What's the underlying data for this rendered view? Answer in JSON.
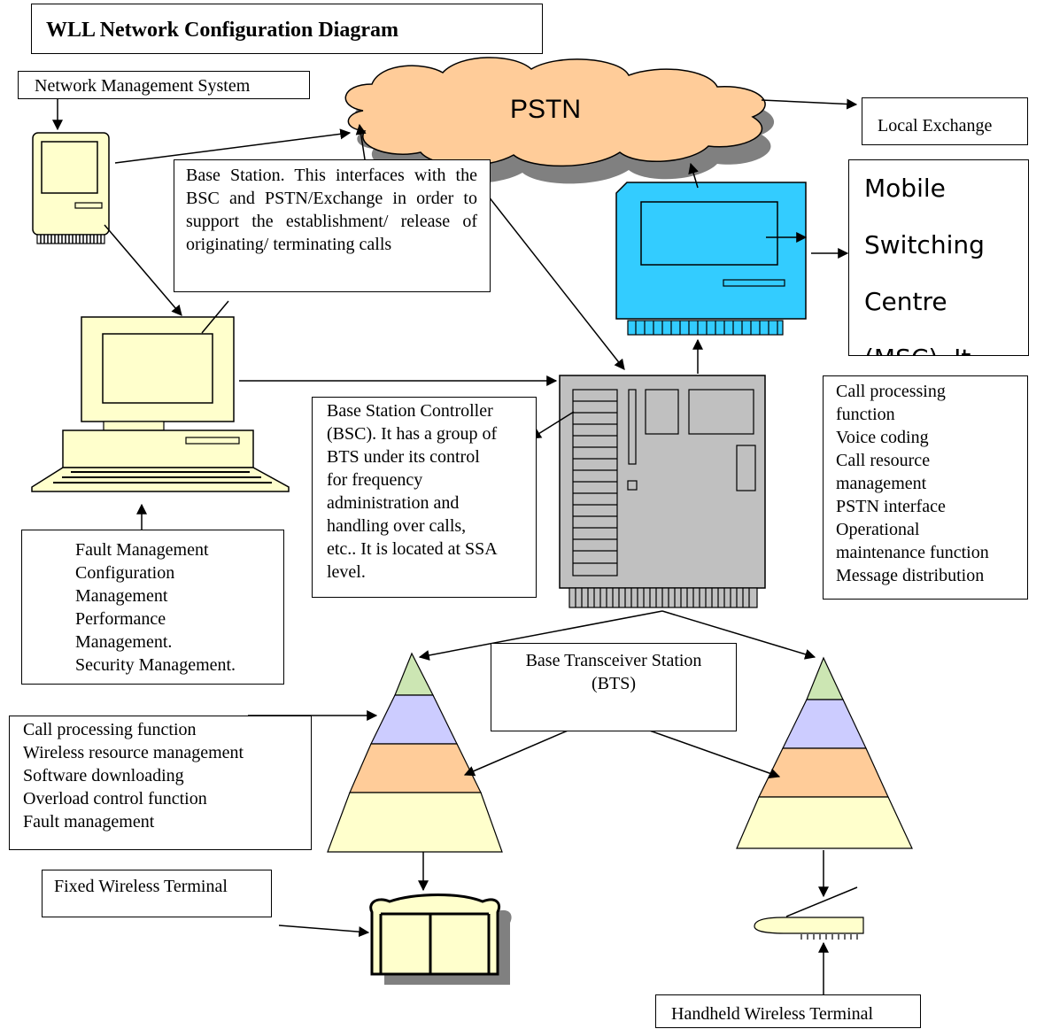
{
  "title": "WLL Network Configuration Diagram",
  "nodes": {
    "network_management_system": "Network Management System",
    "pstn": "PSTN",
    "local_exchange": "Local Exchange",
    "msc": [
      "Mobile",
      "Switching",
      "Centre",
      "(MSC). It"
    ],
    "base_station": "Base Station. This interfaces with the BSC and PSTN/Exchange in order to support the establishment/ release of originating/ terminating calls",
    "bsc": [
      "Base Station Controller",
      "(BSC). It has a group of",
      "BTS under its control",
      "for frequency",
      "administration and",
      "handling over calls,",
      "etc.. It is located at SSA",
      "level."
    ],
    "nms_functions": [
      "Fault Management",
      "Configuration",
      "Management",
      "Performance",
      "Management.",
      "Security Management."
    ],
    "msc_functions": [
      "Call processing",
      "function",
      "Voice coding",
      "Call resource",
      "management",
      "PSTN interface",
      "Operational",
      "maintenance function",
      "Message distribution"
    ],
    "bts": [
      "Base Transceiver Station",
      "(BTS)"
    ],
    "bts_functions": [
      "Call processing function",
      "Wireless resource management",
      "Software downloading",
      "Overload control function",
      "Fault management"
    ],
    "fixed_wireless_terminal": "Fixed Wireless Terminal",
    "handheld_wireless_terminal": "Handheld Wireless Terminal"
  },
  "colors": {
    "pstn_cloud": "#FFCC99",
    "shadow": "#808080",
    "nms_computer": "#FFFFCC",
    "msc_unit": "#33CCFF",
    "bsc_rack": "#C0C0C0",
    "bts_top": "#CCE6B3",
    "bts_second": "#CCCCFF",
    "bts_third": "#FFCC99",
    "bts_base": "#FFFFCC"
  }
}
